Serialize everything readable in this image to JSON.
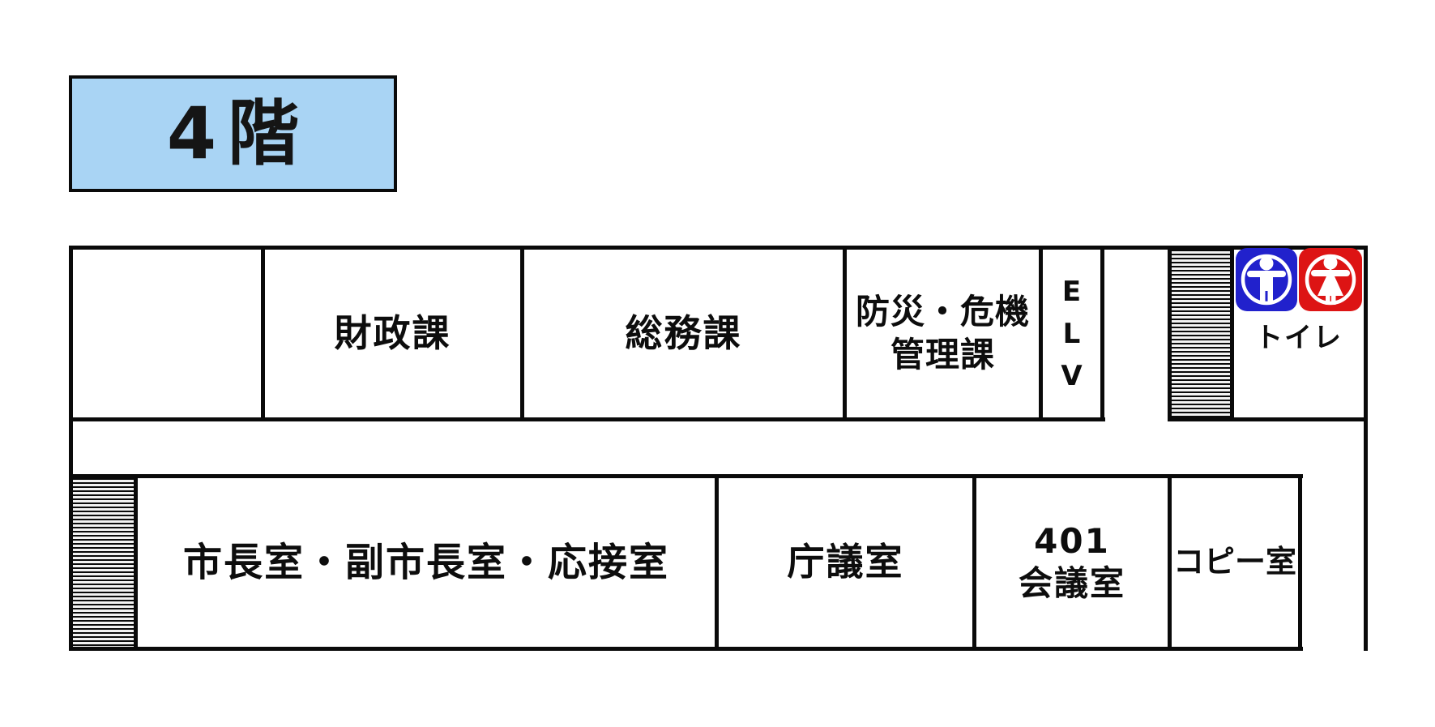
{
  "page": {
    "background": "#ffffff"
  },
  "title_box": {
    "label": "4階",
    "fill_color": "#a9d4f4"
  },
  "colors": {
    "wall": "#0a0a0a",
    "male_icon_blue": "#2121cc",
    "female_icon_red": "#dd1414"
  },
  "top_row": {
    "finance_label": "財政課",
    "general_affairs_label": "総務課",
    "disaster_label_line1": "防災・危機",
    "disaster_label_line2": "管理課",
    "elevator_letters": [
      "E",
      "L",
      "V"
    ],
    "toilet_label": "トイレ"
  },
  "bottom_row": {
    "mayor_label": "市長室・副市長室・応接室",
    "council_label": "庁議室",
    "room401_line1": "401",
    "room401_line2": "会議室",
    "copy_label": "コピー室"
  }
}
